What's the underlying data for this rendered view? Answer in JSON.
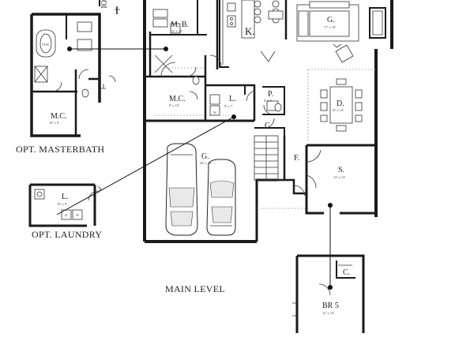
{
  "captions": {
    "main_level": "MAIN LEVEL",
    "opt_masterbath": "OPT. MASTERBATH",
    "opt_laundry": "OPT. LAUNDRY",
    "top_cut": "OI"
  },
  "rooms": {
    "mb": {
      "name": "M. B.",
      "size": "12' x 12'"
    },
    "k": {
      "name": "K."
    },
    "g": {
      "name": "G.",
      "size": "17' x 18'"
    },
    "mc_main": {
      "name": "M.C.",
      "size": "9' x 10'"
    },
    "l_main": {
      "name": "L.",
      "size": "9' x 7'"
    },
    "p": {
      "name": "P.",
      "size": "6' x 5'"
    },
    "c_main": {
      "name": "C."
    },
    "d": {
      "name": "D.",
      "size": "12' x 14'"
    },
    "garage": {
      "name": "G.",
      "size": "20' x 23'"
    },
    "f": {
      "name": "F."
    },
    "s": {
      "name": "S.",
      "size": "12' x 14'"
    },
    "mc_opt": {
      "name": "M.C.",
      "size": "10' x 9'"
    },
    "tub": {
      "name": "TUB"
    },
    "l_opt": {
      "name": "L.",
      "size": "10' x 9'"
    },
    "br5": {
      "name": "BR 5",
      "size": "12' x 14'"
    },
    "c_br5": {
      "name": "C."
    }
  },
  "appliances": {
    "dryer": "D",
    "washer": "W"
  }
}
